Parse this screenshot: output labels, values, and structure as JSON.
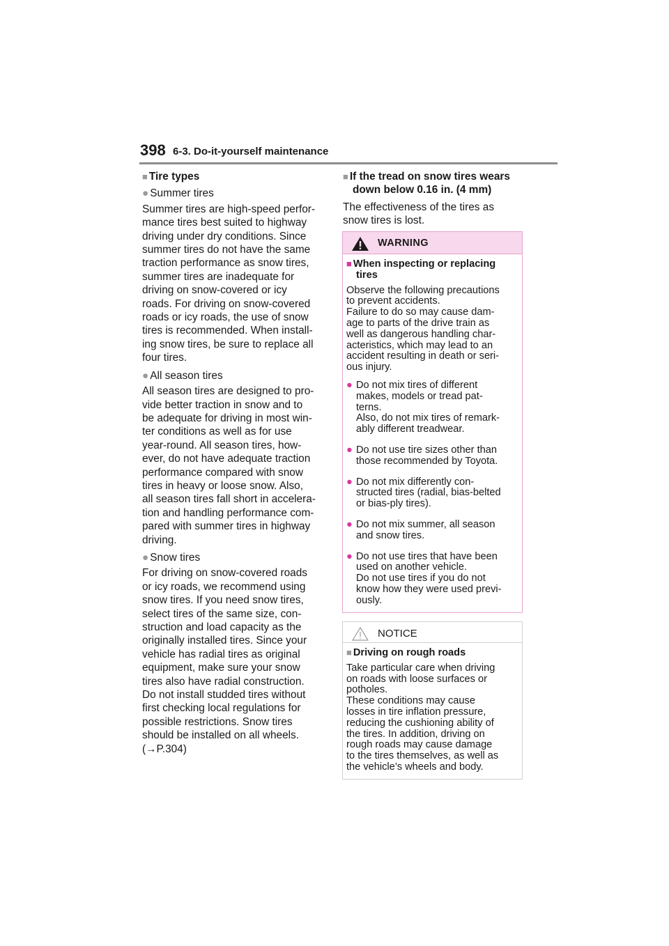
{
  "header": {
    "page_number": "398",
    "section": "6-3. Do-it-yourself maintenance"
  },
  "left": {
    "heading": "Tire types",
    "summer": {
      "bullet": "Summer tires",
      "lines": [
        "Summer tires are high-speed perfor-",
        "mance tires best suited to highway",
        "driving under dry conditions. Since",
        "summer tires do not have the same",
        "traction performance as snow tires,",
        "summer tires are inadequate for",
        "driving on snow-covered or icy",
        "roads. For driving on snow-covered",
        "roads or icy roads, the use of snow",
        "tires is recommended. When install-",
        "ing snow tires, be sure to replace all",
        "four tires."
      ]
    },
    "all_season": {
      "bullet": "All season tires",
      "lines": [
        "All season tires are designed to pro-",
        "vide better traction in snow and to",
        "be adequate for driving in most win-",
        "ter conditions as well as for use",
        "year-round. All season tires, how-",
        "ever, do not have adequate traction",
        "performance compared with snow",
        "tires in heavy or loose snow. Also,",
        "all season tires fall short in accelera-",
        "tion and handling performance com-",
        "pared with summer tires in highway",
        "driving."
      ]
    },
    "snow": {
      "bullet": "Snow tires",
      "lines": [
        "For driving on snow-covered roads",
        "or icy roads, we recommend using",
        "snow tires. If you need snow tires,",
        "select tires of the same size, con-",
        "struction and load capacity as the",
        "originally installed tires. Since your",
        "vehicle has radial tires as original",
        "equipment, make sure your snow",
        "tires also have radial construction.",
        "Do not install studded tires without",
        "first checking local regulations for",
        "possible restrictions. Snow tires",
        "should be installed on all wheels.",
        "(→P.304)"
      ]
    }
  },
  "right": {
    "tread": {
      "heading_lines": [
        "If the tread on snow tires wears",
        "down below 0.16 in. (4 mm)"
      ],
      "lines": [
        "The effectiveness of the tires as",
        "snow tires is lost."
      ]
    },
    "warning": {
      "title": "WARNING",
      "heading_lines": [
        "When inspecting or replacing",
        "tires"
      ],
      "intro_lines": [
        "Observe the following precautions",
        "to prevent accidents.",
        "Failure to do so may cause dam-",
        "age to parts of the drive train as",
        "well as dangerous handling char-",
        "acteristics, which may lead to an",
        "accident resulting in death or seri-",
        "ous injury."
      ],
      "bullets": [
        [
          "Do not mix tires of different",
          "makes, models or tread pat-",
          "terns.",
          "Also, do not mix tires of remark-",
          "ably different treadwear."
        ],
        [
          "Do not use tire sizes other than",
          "those recommended by Toyota."
        ],
        [
          "Do not mix differently con-",
          "structed tires (radial, bias-belted",
          "or bias-ply tires)."
        ],
        [
          "Do not mix summer, all season",
          "and snow tires."
        ],
        [
          "Do not use tires that have been",
          "used on another vehicle.",
          "Do not use tires if you do not",
          "know how they were used previ-",
          "ously."
        ]
      ]
    },
    "notice": {
      "title": "NOTICE",
      "heading": "Driving on rough roads",
      "lines": [
        "Take particular care when driving",
        "on roads with loose surfaces or",
        "potholes.",
        "These conditions may cause",
        "losses in tire inflation pressure,",
        "reducing the cushioning ability of",
        "the tires. In addition, driving on",
        "rough roads may cause damage",
        "to the tires themselves, as well as",
        "the vehicle’s wheels and body."
      ]
    }
  }
}
